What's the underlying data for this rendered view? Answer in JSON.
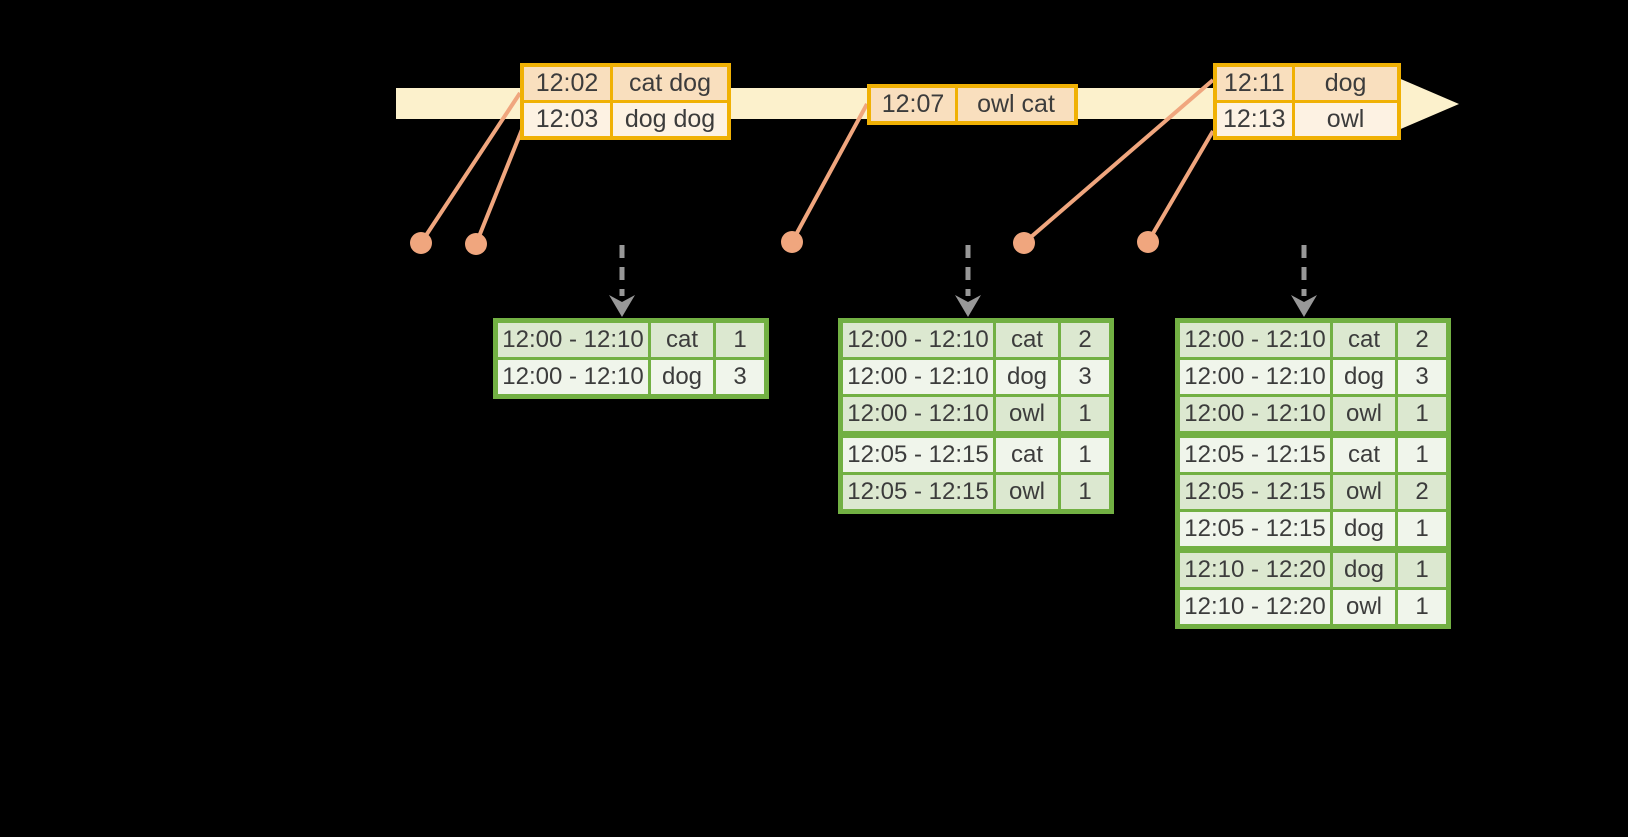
{
  "timeline": {
    "event_tables": [
      {
        "rows": [
          {
            "time": "12:02",
            "words": "cat dog"
          },
          {
            "time": "12:03",
            "words": "dog dog"
          }
        ]
      },
      {
        "rows": [
          {
            "time": "12:07",
            "words": "owl cat"
          }
        ]
      },
      {
        "rows": [
          {
            "time": "12:11",
            "words": "dog"
          },
          {
            "time": "12:13",
            "words": "owl"
          }
        ]
      }
    ]
  },
  "result_tables": [
    {
      "rows": [
        {
          "window": "12:00 - 12:10",
          "word": "cat",
          "count": "1"
        },
        {
          "window": "12:00 - 12:10",
          "word": "dog",
          "count": "3"
        }
      ]
    },
    {
      "rows": [
        {
          "window": "12:00 - 12:10",
          "word": "cat",
          "count": "2"
        },
        {
          "window": "12:00 - 12:10",
          "word": "dog",
          "count": "3"
        },
        {
          "window": "12:00 - 12:10",
          "word": "owl",
          "count": "1"
        },
        {
          "window": "12:05 - 12:15",
          "word": "cat",
          "count": "1"
        },
        {
          "window": "12:05 - 12:15",
          "word": "owl",
          "count": "1"
        }
      ]
    },
    {
      "rows": [
        {
          "window": "12:00 - 12:10",
          "word": "cat",
          "count": "2"
        },
        {
          "window": "12:00 - 12:10",
          "word": "dog",
          "count": "3"
        },
        {
          "window": "12:00 - 12:10",
          "word": "owl",
          "count": "1"
        },
        {
          "window": "12:05 - 12:15",
          "word": "cat",
          "count": "1"
        },
        {
          "window": "12:05 - 12:15",
          "word": "owl",
          "count": "2"
        },
        {
          "window": "12:05 - 12:15",
          "word": "dog",
          "count": "1"
        },
        {
          "window": "12:10 - 12:20",
          "word": "dog",
          "count": "1"
        },
        {
          "window": "12:10 - 12:20",
          "word": "owl",
          "count": "1"
        }
      ]
    }
  ],
  "colors": {
    "background": "#000000",
    "timeline_arrow": "#FCF1CC",
    "event_table_border": "#F0B105",
    "event_row_dark": "#F9DFBE",
    "event_row_light": "#FDF2E3",
    "result_table_border": "#72B043",
    "result_row_dark": "#DCE8D0",
    "result_row_light": "#F0F5EB",
    "connector_line": "#F0A67E",
    "trigger_arrow": "#989898",
    "text": "#3C3C3C"
  }
}
